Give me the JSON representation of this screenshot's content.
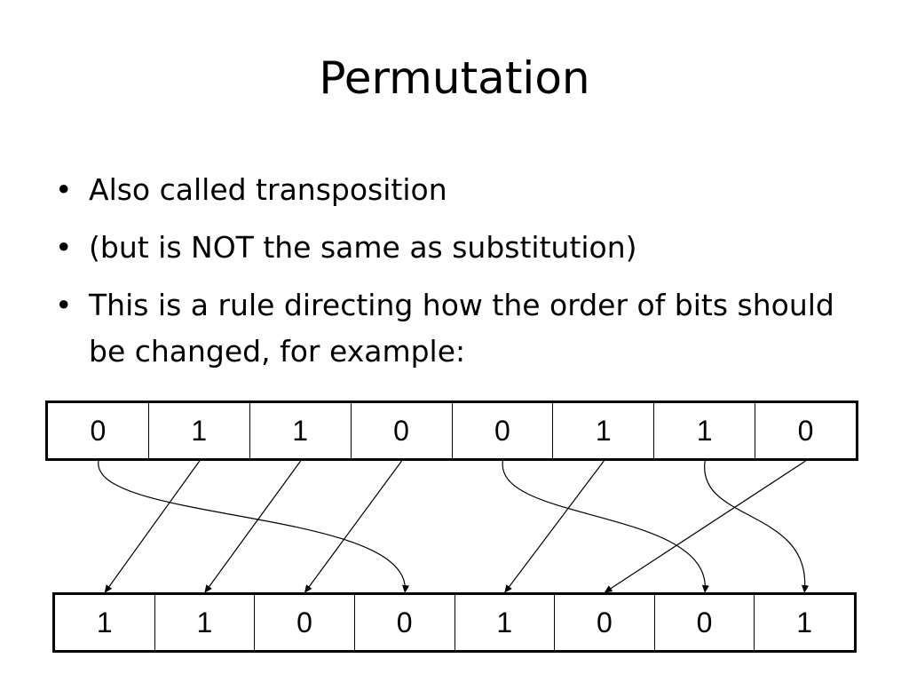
{
  "title": "Permutation",
  "bullets": [
    "Also called transposition",
    "(but is NOT the same as substitution)",
    "This is a rule directing how the order of bits should be changed, for example:"
  ],
  "bullet_glyph": "•",
  "input_bits": [
    "0",
    "1",
    "1",
    "0",
    "0",
    "1",
    "1",
    "0"
  ],
  "output_bits": [
    "1",
    "1",
    "0",
    "0",
    "1",
    "0",
    "0",
    "1"
  ],
  "mapping": [
    {
      "from": 1,
      "to": 4
    },
    {
      "from": 2,
      "to": 1
    },
    {
      "from": 3,
      "to": 2
    },
    {
      "from": 4,
      "to": 3
    },
    {
      "from": 5,
      "to": 7
    },
    {
      "from": 6,
      "to": 5
    },
    {
      "from": 7,
      "to": 8
    },
    {
      "from": 8,
      "to": 6
    }
  ]
}
